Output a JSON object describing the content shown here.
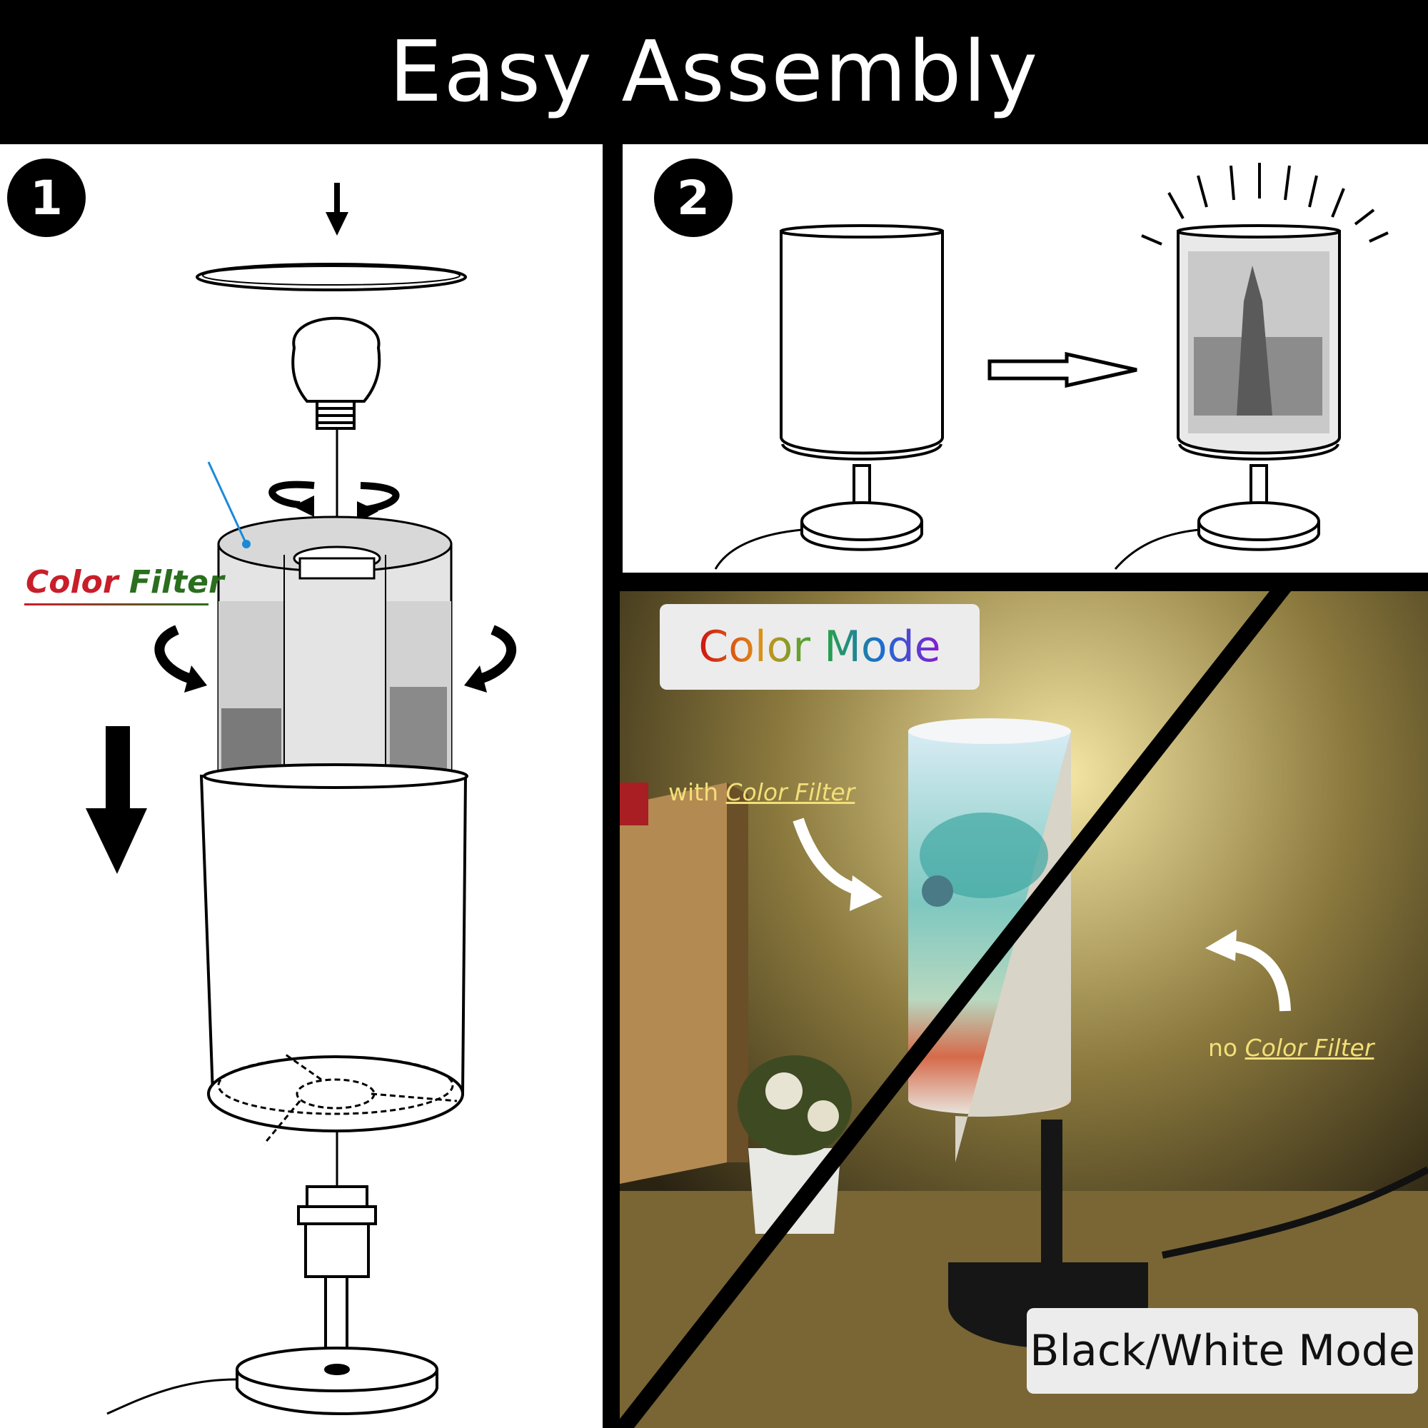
{
  "title": "Easy Assembly",
  "steps": [
    {
      "badge": "1",
      "label": "Color Filter",
      "label_words": [
        "Color",
        "Filter"
      ]
    },
    {
      "badge": "2"
    }
  ],
  "modes": {
    "color_mode": "Color Mode",
    "bw_mode": "Black/White Mode",
    "with_prefix": "with",
    "with_link": "Color Filter",
    "no_prefix": "no",
    "no_link": "Color Filter"
  },
  "colors": {
    "background": "#000000",
    "panel": "#ffffff",
    "color_filter_red": "#c81e2a",
    "color_filter_green": "#2a6e1e",
    "caption_yellow": "#f3df7a",
    "pointer_blue": "#1a8ad8"
  }
}
